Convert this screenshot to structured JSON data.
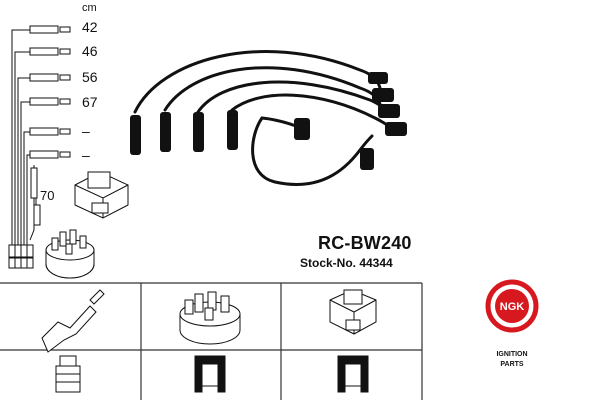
{
  "header": {
    "unit": "cm"
  },
  "lengths": [
    "42",
    "46",
    "56",
    "67",
    "–",
    "–"
  ],
  "side_length": "70",
  "product": {
    "model": "RC-BW240",
    "stock": "Stock-No. 44344"
  },
  "brand": {
    "logo_text": "NGK",
    "line1": "IGNITION",
    "line2": "PARTS",
    "color": "#d7191f"
  },
  "colors": {
    "line": "#111111",
    "box": "#333333"
  }
}
